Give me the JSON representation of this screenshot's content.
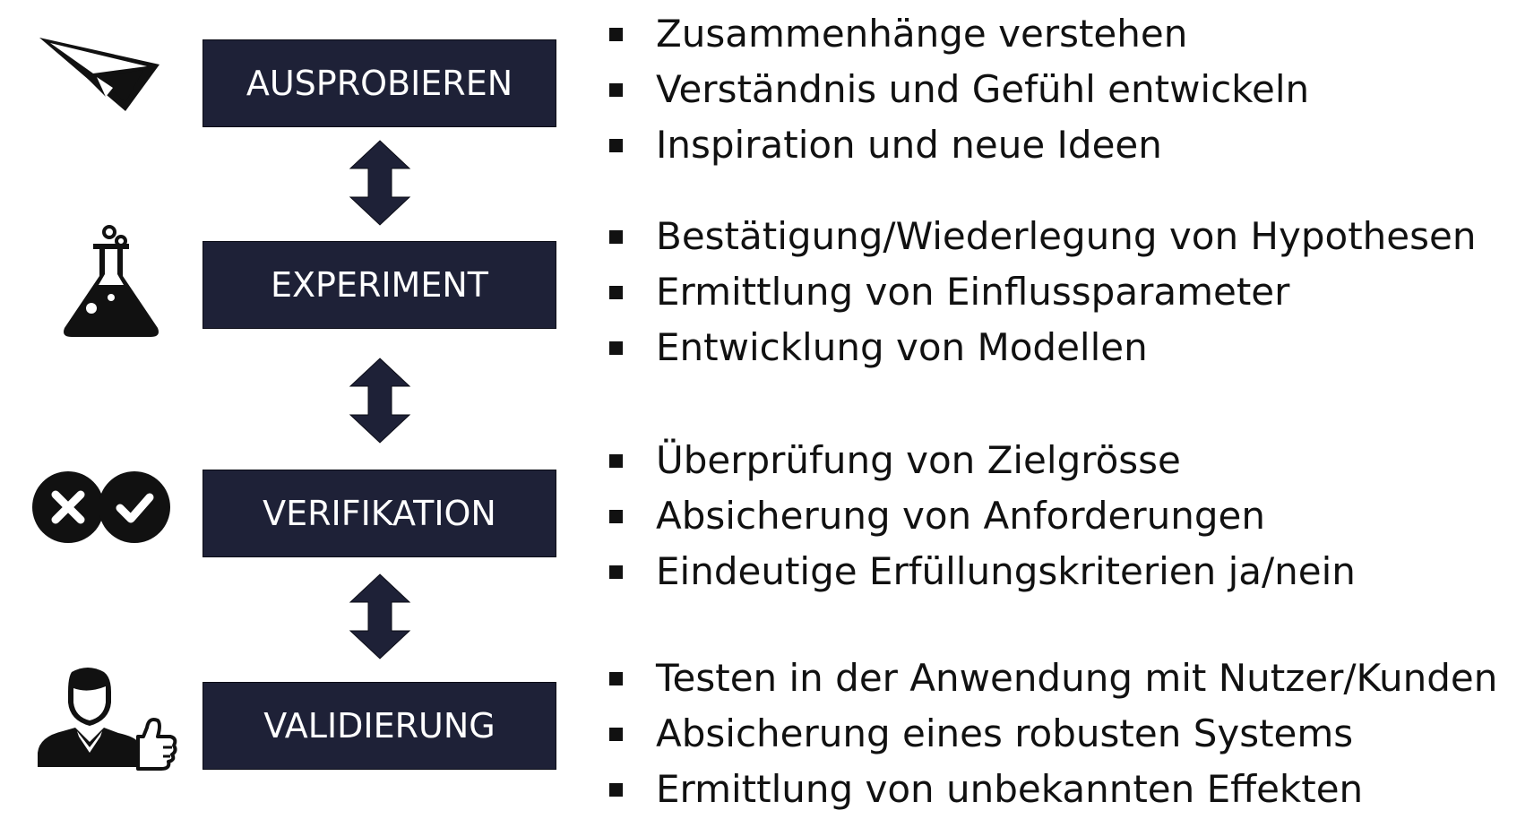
{
  "colors": {
    "box_fill": "#1e2137",
    "icon": "#111111",
    "text": "#111111"
  },
  "stages": [
    {
      "label": "AUSPROBIEREN",
      "icon": "paper-plane-icon",
      "bullets": [
        "Zusammenhänge verstehen",
        "Verständnis und Gefühl entwickeln",
        "Inspiration und neue Ideen"
      ]
    },
    {
      "label": "EXPERIMENT",
      "icon": "flask-icon",
      "bullets": [
        "Bestätigung/Wiederlegung von Hypothesen",
        "Ermittlung von Einflussparameter",
        "Entwicklung von Modellen"
      ]
    },
    {
      "label": "VERIFIKATION",
      "icon": "cross-check-icon",
      "bullets": [
        "Überprüfung von Zielgrösse",
        "Absicherung von Anforderungen",
        "Eindeutige Erfüllungskriterien  ja/nein"
      ]
    },
    {
      "label": "VALIDIERUNG",
      "icon": "user-thumbs-up-icon",
      "bullets": [
        "Testen in der Anwendung mit Nutzer/Kunden",
        "Absicherung eines robusten Systems",
        "Ermittlung von unbekannten Effekten"
      ]
    }
  ]
}
